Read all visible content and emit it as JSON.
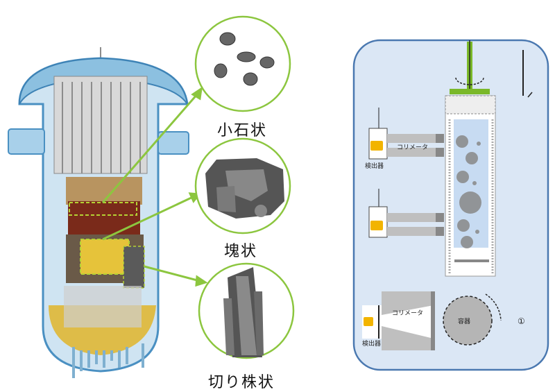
{
  "labels": {
    "pebble": "小石状",
    "lump": "塊状",
    "stump": "切り株状"
  },
  "apparatus": {
    "detector_top": "検出器",
    "collimator_top": "コリメータ",
    "collimator_bottom": "コリメータ",
    "detector_bottom": "検出器",
    "container": "容器",
    "marker": "①"
  },
  "colors": {
    "vessel_blue": "#7fb8dc",
    "callout_green": "#8cc63f",
    "debris_brown": "#7a2a1a",
    "debris_yellow": "#e0b52a",
    "panel_bg": "#dbe7f5",
    "detector_yellow": "#f2b400",
    "shaft_green": "#7ab829"
  }
}
